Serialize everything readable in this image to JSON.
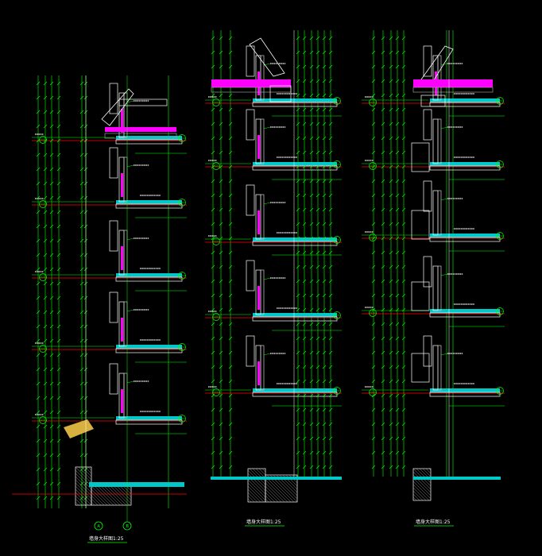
{
  "drawing": {
    "sections": [
      {
        "id": "left",
        "title": "墙身大样图1:25"
      },
      {
        "id": "middle",
        "title": "墙身大样图1:25"
      },
      {
        "id": "right",
        "title": "墙身大样图1:25"
      }
    ],
    "axes": [
      {
        "section": "left",
        "label": "A"
      },
      {
        "section": "left",
        "label": "B"
      }
    ],
    "colors": {
      "background": "#000000",
      "dimension": "#00ff00",
      "level": "#ff0000",
      "wall": "#ffffff",
      "insulation": "#ff00ff",
      "slab_finish": "#00c8c8",
      "annotation": "#ffff00"
    }
  }
}
